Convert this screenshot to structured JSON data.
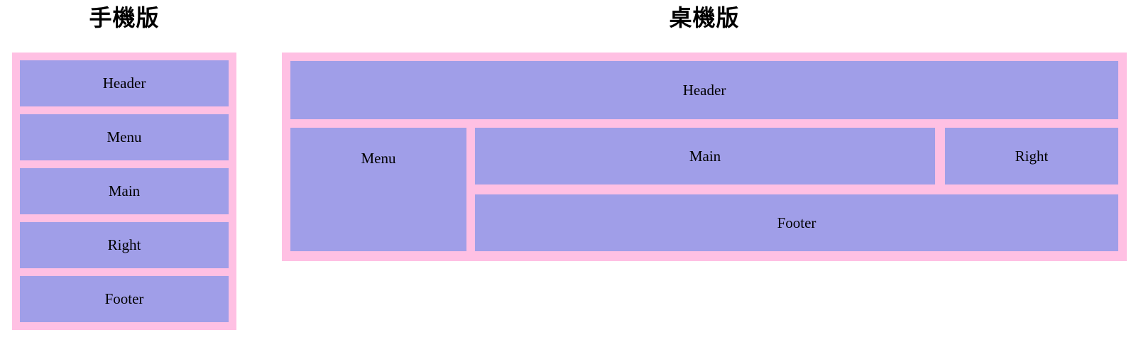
{
  "page": {
    "background": "#ffffff"
  },
  "colors": {
    "container_pink": "#ffc0e3",
    "box_purple": "#a09ee8",
    "label_text": "#000000",
    "title_text": "#000000"
  },
  "mobile": {
    "title": "手機版",
    "boxes": [
      "Header",
      "Menu",
      "Main",
      "Right",
      "Footer"
    ]
  },
  "desktop": {
    "title": "桌機版",
    "header_label": "Header",
    "menu_label": "Menu",
    "main_label": "Main",
    "right_label": "Right",
    "footer_label": "Footer"
  }
}
